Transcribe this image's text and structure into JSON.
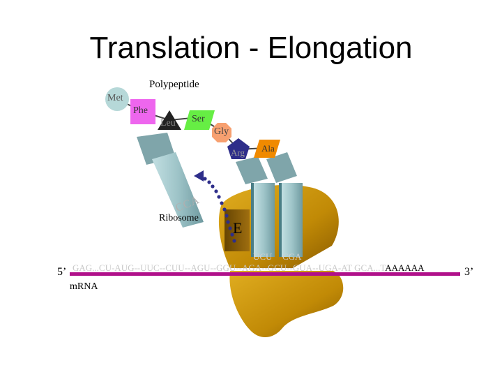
{
  "title": "Translation - Elongation",
  "labels": {
    "polypeptide": "Polypeptide",
    "ribosome": "Ribosome",
    "cca": "CCA",
    "e_site": "E",
    "five_prime": "5’",
    "three_prime": "3’",
    "mrna_label": "mRNA"
  },
  "amino_acids": [
    {
      "name": "Met",
      "color": "#b6d8d8"
    },
    {
      "name": "Phe",
      "color": "#ee66ee"
    },
    {
      "name": "Leu",
      "color": "#222222"
    },
    {
      "name": "Ser",
      "color": "#66ee44"
    },
    {
      "name": "Gly",
      "color": "#f7a070"
    },
    {
      "name": "Arg",
      "color": "#2e2e8a"
    },
    {
      "name": "Ala",
      "color": "#f08a00"
    }
  ],
  "anticodons": [
    "UCU",
    "CGA"
  ],
  "mrna": {
    "dim_text": "GAG...CU-AUG--UUC--CUU--AGU--GGU--AGA--GCU--GUA--UGA-AT GCA...T",
    "dark_text": "AAAAAA"
  },
  "colors": {
    "ribosome": "#c8920a",
    "ribosome_dark": "#7a5200",
    "trna": "#9ec4c8",
    "mrna_line": "#b0108a",
    "dots": "#2e2e8a"
  }
}
